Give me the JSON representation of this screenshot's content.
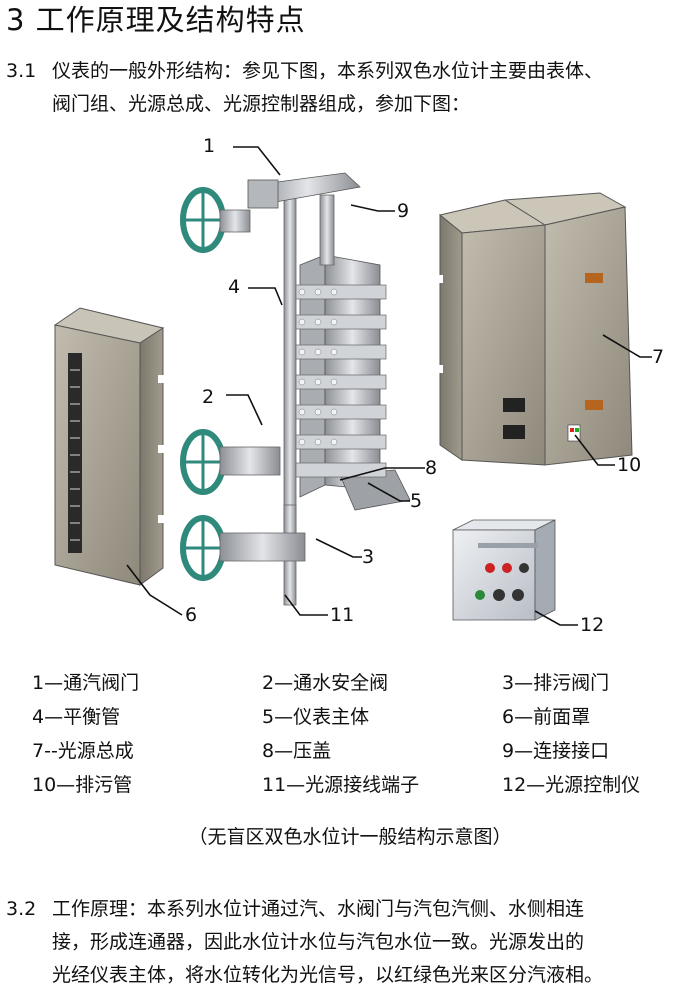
{
  "heading": "3 工作原理及结构特点",
  "section1": {
    "number": "3.1",
    "line1": "仪表的一般外形结构：参见下图，本系列双色水位计主要由表体、",
    "line2": "阀门组、光源总成、光源控制器组成，参加下图："
  },
  "callouts": [
    "1",
    "2",
    "3",
    "4",
    "5",
    "6",
    "7",
    "8",
    "9",
    "10",
    "11",
    "12"
  ],
  "legend": [
    [
      "1—通汽阀门",
      "2—通水安全阀",
      "3—排污阀门"
    ],
    [
      "4—平衡管",
      "5—仪表主体",
      "6—前面罩"
    ],
    [
      "7--光源总成",
      "8—压盖",
      "9—连接接口"
    ],
    [
      "10—排污管",
      "11—光源接线端子",
      "12—光源控制仪"
    ]
  ],
  "caption": "（无盲区双色水位计一般结构示意图）",
  "section2": {
    "number": "3.2",
    "line1": "工作原理：本系列水位计通过汽、水阀门与汽包汽侧、水侧相连",
    "line2": "接，形成连通器，因此水位计水位与汽包水位一致。光源发出的",
    "line3": "光经仪表主体，将水位转化为光信号，以红绿色光来区分汽液相。"
  },
  "colors": {
    "handwheel": "#2f8a7c",
    "metal": "#b9bcc0",
    "cabinet": "#a8a193",
    "controller": "#d9dde3"
  }
}
